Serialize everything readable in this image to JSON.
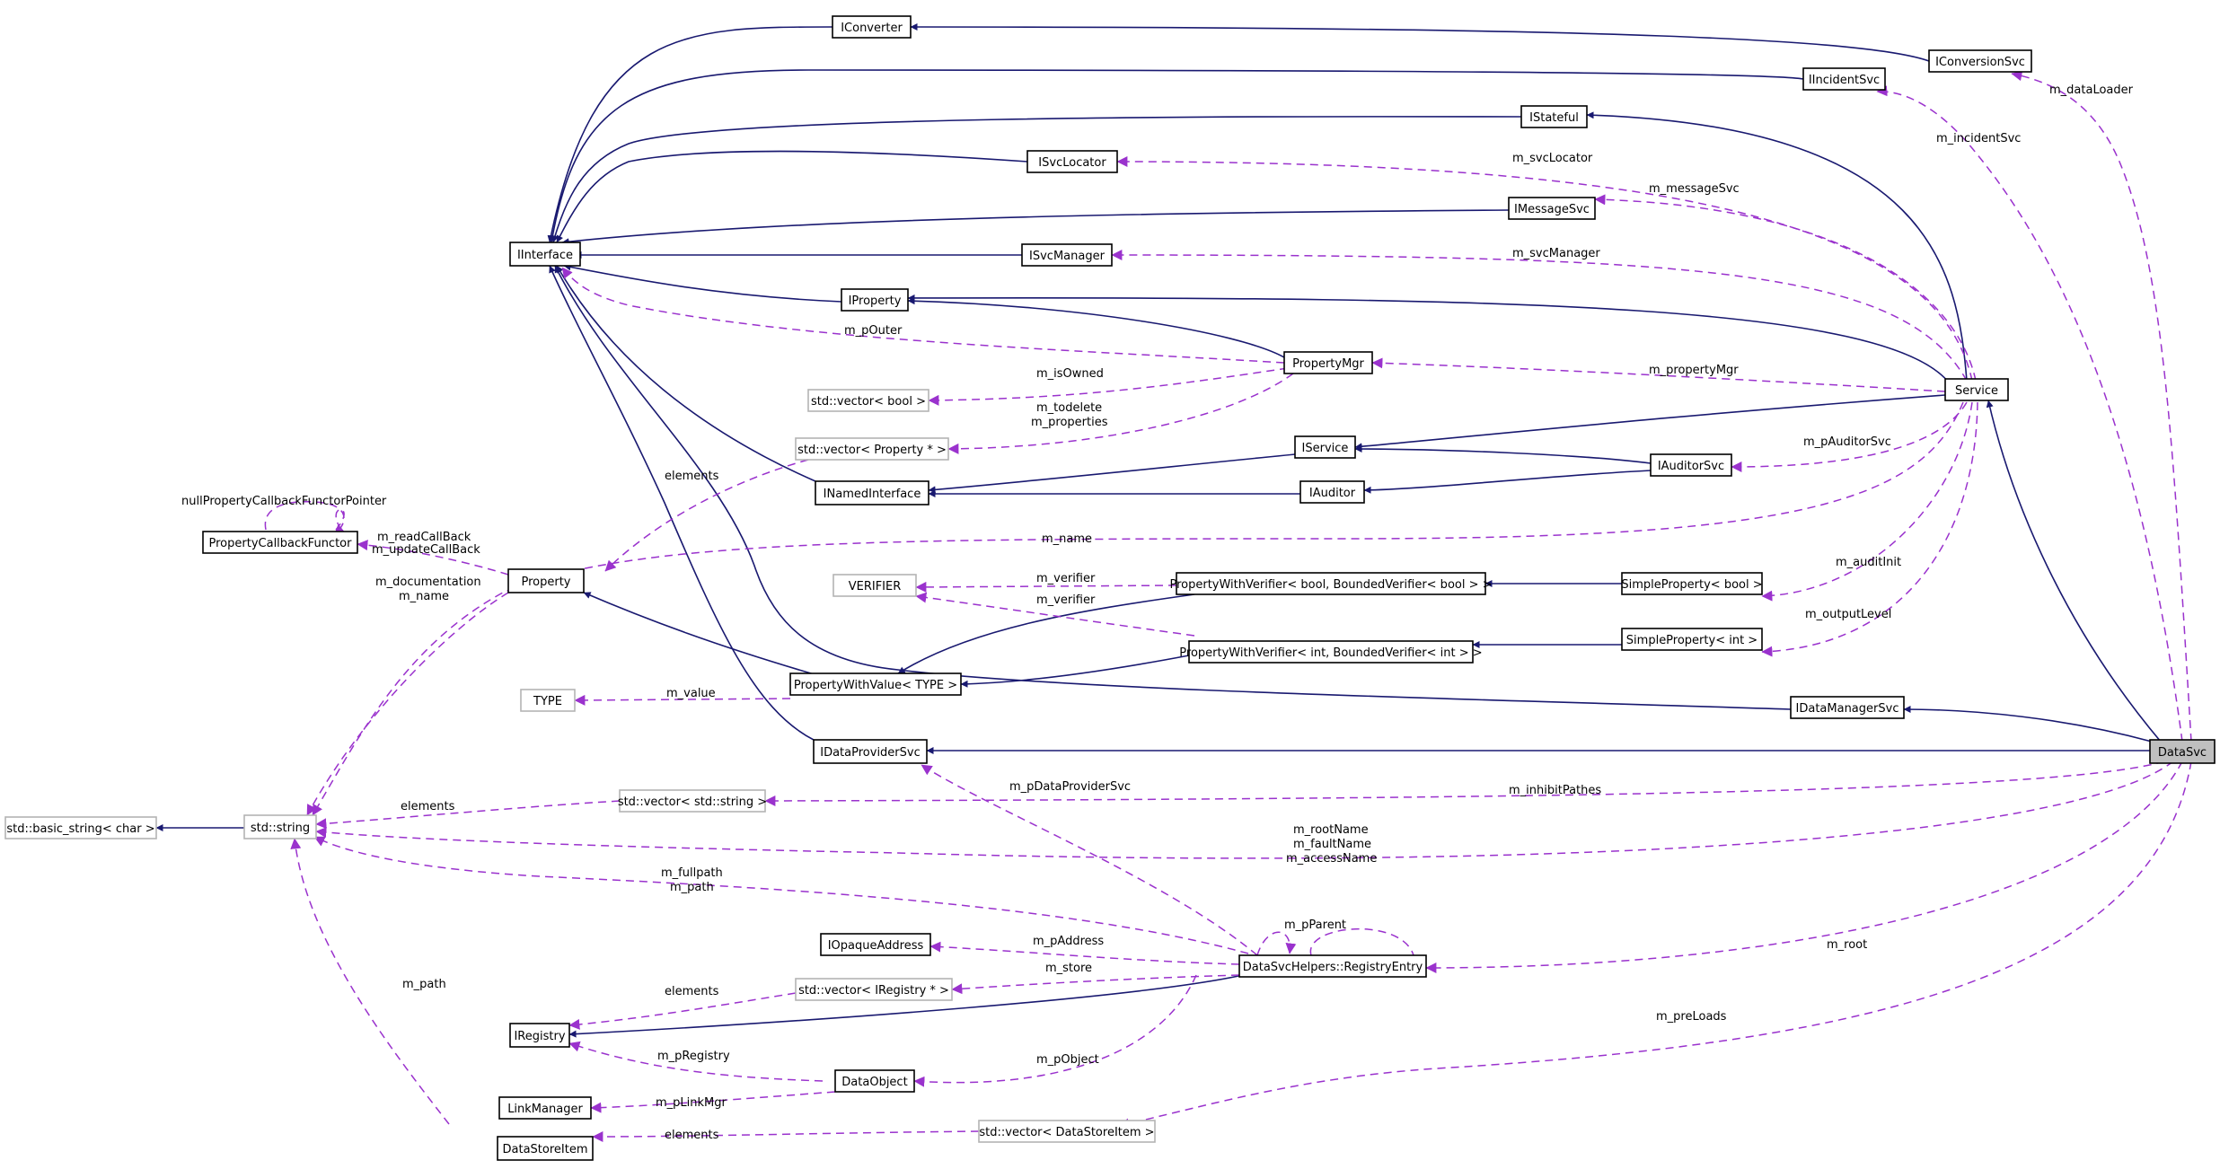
{
  "diagram": {
    "focus": "DataSvc",
    "colors": {
      "inheritance": "#191970",
      "usage": "#9a32cd",
      "external_border": "#b4b4b4",
      "focus_fill": "#bfbfbf"
    },
    "nodes": {
      "IConverter": "IConverter",
      "IConversionSvc": "IConversionSvc",
      "IIncidentSvc": "IIncidentSvc",
      "IStateful": "IStateful",
      "ISvcLocator": "ISvcLocator",
      "IMessageSvc": "IMessageSvc",
      "IInterface": "IInterface",
      "ISvcManager": "ISvcManager",
      "IProperty": "IProperty",
      "PropertyMgr": "PropertyMgr",
      "Service": "Service",
      "vector_bool": "std::vector< bool >",
      "vector_property": "std::vector< Property * >",
      "IService": "IService",
      "IAuditorSvc": "IAuditorSvc",
      "INamedInterface": "INamedInterface",
      "IAuditor": "IAuditor",
      "PropertyCallbackFunctor": "PropertyCallbackFunctor",
      "Property": "Property",
      "VERIFIER": "VERIFIER",
      "PWV_bool": "PropertyWithVerifier< bool, BoundedVerifier< bool > >",
      "SimpleProperty_bool": "SimpleProperty< bool >",
      "PWV_int": "PropertyWithVerifier< int, BoundedVerifier< int > >",
      "SimpleProperty_int": "SimpleProperty< int >",
      "TYPE": "TYPE",
      "PropertyWithValue": "PropertyWithValue< TYPE >",
      "IDataManagerSvc": "IDataManagerSvc",
      "IDataProviderSvc": "IDataProviderSvc",
      "DataSvc": "DataSvc",
      "basic_string": "std::basic_string< char >",
      "std_string": "std::string",
      "vector_string": "std::vector< std::string >",
      "IOpaqueAddress": "IOpaqueAddress",
      "RegistryEntry": "DataSvcHelpers::RegistryEntry",
      "vector_iregistry": "std::vector< IRegistry * >",
      "IRegistry": "IRegistry",
      "DataObject": "DataObject",
      "LinkManager": "LinkManager",
      "DataStoreItem": "DataStoreItem",
      "vector_datastoreitem": "std::vector< DataStoreItem >"
    },
    "edge_labels": {
      "m_dataLoader": "m_dataLoader",
      "m_incidentSvc": "m_incidentSvc",
      "m_svcLocator": "m_svcLocator",
      "m_messageSvc": "m_messageSvc",
      "m_svcManager": "m_svcManager",
      "m_pOuter": "m_pOuter",
      "m_propertyMgr": "m_propertyMgr",
      "m_isOwned": "m_isOwned",
      "m_todelete": "m_todelete",
      "m_properties": "m_properties",
      "m_pAuditorSvc": "m_pAuditorSvc",
      "elements_property": "elements",
      "nullPropertyCallbackFunctorPointer": "nullPropertyCallbackFunctorPointer",
      "m_readCallBack": "m_readCallBack",
      "m_updateCallBack": "m_updateCallBack",
      "m_name_service": "m_name",
      "m_documentation": "m_documentation",
      "m_name_property": "m_name",
      "m_auditInit": "m_auditInit",
      "m_verifier_bool": "m_verifier",
      "m_verifier_int": "m_verifier",
      "m_outputLevel": "m_outputLevel",
      "m_value": "m_value",
      "m_pDataProviderSvc": "m_pDataProviderSvc",
      "m_inhibitPathes": "m_inhibitPathes",
      "elements_string": "elements",
      "m_rootName": "m_rootName",
      "m_faultName": "m_faultName",
      "m_accessName": "m_accessName",
      "m_fullpath": "m_fullpath",
      "m_path_entry": "m_path",
      "m_pParent": "m_pParent",
      "m_pAddress": "m_pAddress",
      "m_root": "m_root",
      "m_store": "m_store",
      "elements_registry": "elements",
      "m_preLoads": "m_preLoads",
      "m_path_item": "m_path",
      "m_pRegistry": "m_pRegistry",
      "m_pObject": "m_pObject",
      "m_pLinkMgr": "m_pLinkMgr",
      "elements_datastore": "elements"
    }
  }
}
